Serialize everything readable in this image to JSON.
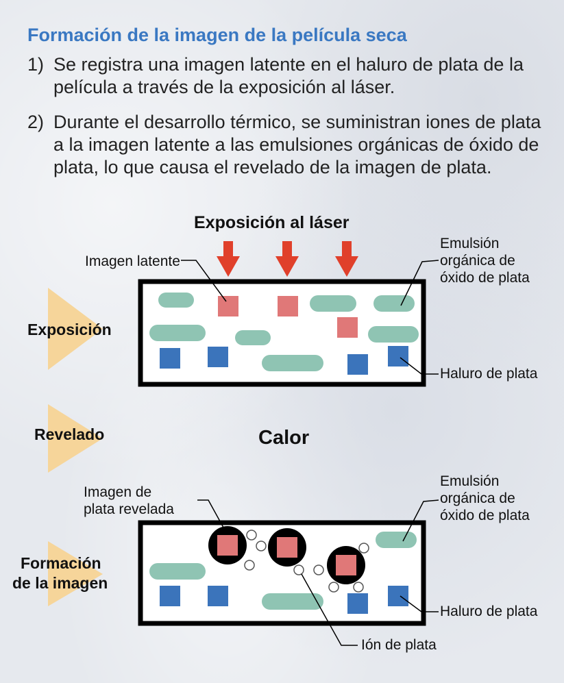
{
  "title": "Formación de la imagen de la película seca",
  "steps": [
    {
      "num": "1)",
      "text": "Se registra una imagen latente en el haluro de plata de la película a través de  la exposición al láser."
    },
    {
      "num": "2)",
      "text": "Durante el desarrollo térmico, se suministran iones de plata a la imagen latente a las emulsiones orgánicas de óxido de plata, lo que causa el revelado de  la imagen de plata."
    }
  ],
  "diagram": {
    "laser_title": "Exposición al láser",
    "heat_label": "Calor",
    "stages": {
      "exposure": "Exposición",
      "development": "Revelado",
      "formation_line1": "Formación",
      "formation_line2": "de la imagen"
    },
    "labels": {
      "latent_image": "Imagen latente",
      "emulsion_top_1": "Emulsión",
      "emulsion_top_2": "orgánica de",
      "emulsion_top_3": "óxido de plata",
      "halide_top": "Haluro de plata",
      "developed_1": "Imagen de",
      "developed_2": "plata revelada",
      "emulsion_bottom_1": "Emulsión",
      "emulsion_bottom_2": "orgánica de",
      "emulsion_bottom_3": "óxido de plata",
      "halide_bottom": "Haluro de plata",
      "silver_ion": "Ión de plata"
    },
    "colors": {
      "title_blue": "#3a78c2",
      "emulsion_teal": "#8fc4b3",
      "latent_pink": "#e07878",
      "halide_blue": "#3b74bb",
      "laser_red": "#e0402b",
      "stage_arrow": "#f6d59a"
    }
  }
}
